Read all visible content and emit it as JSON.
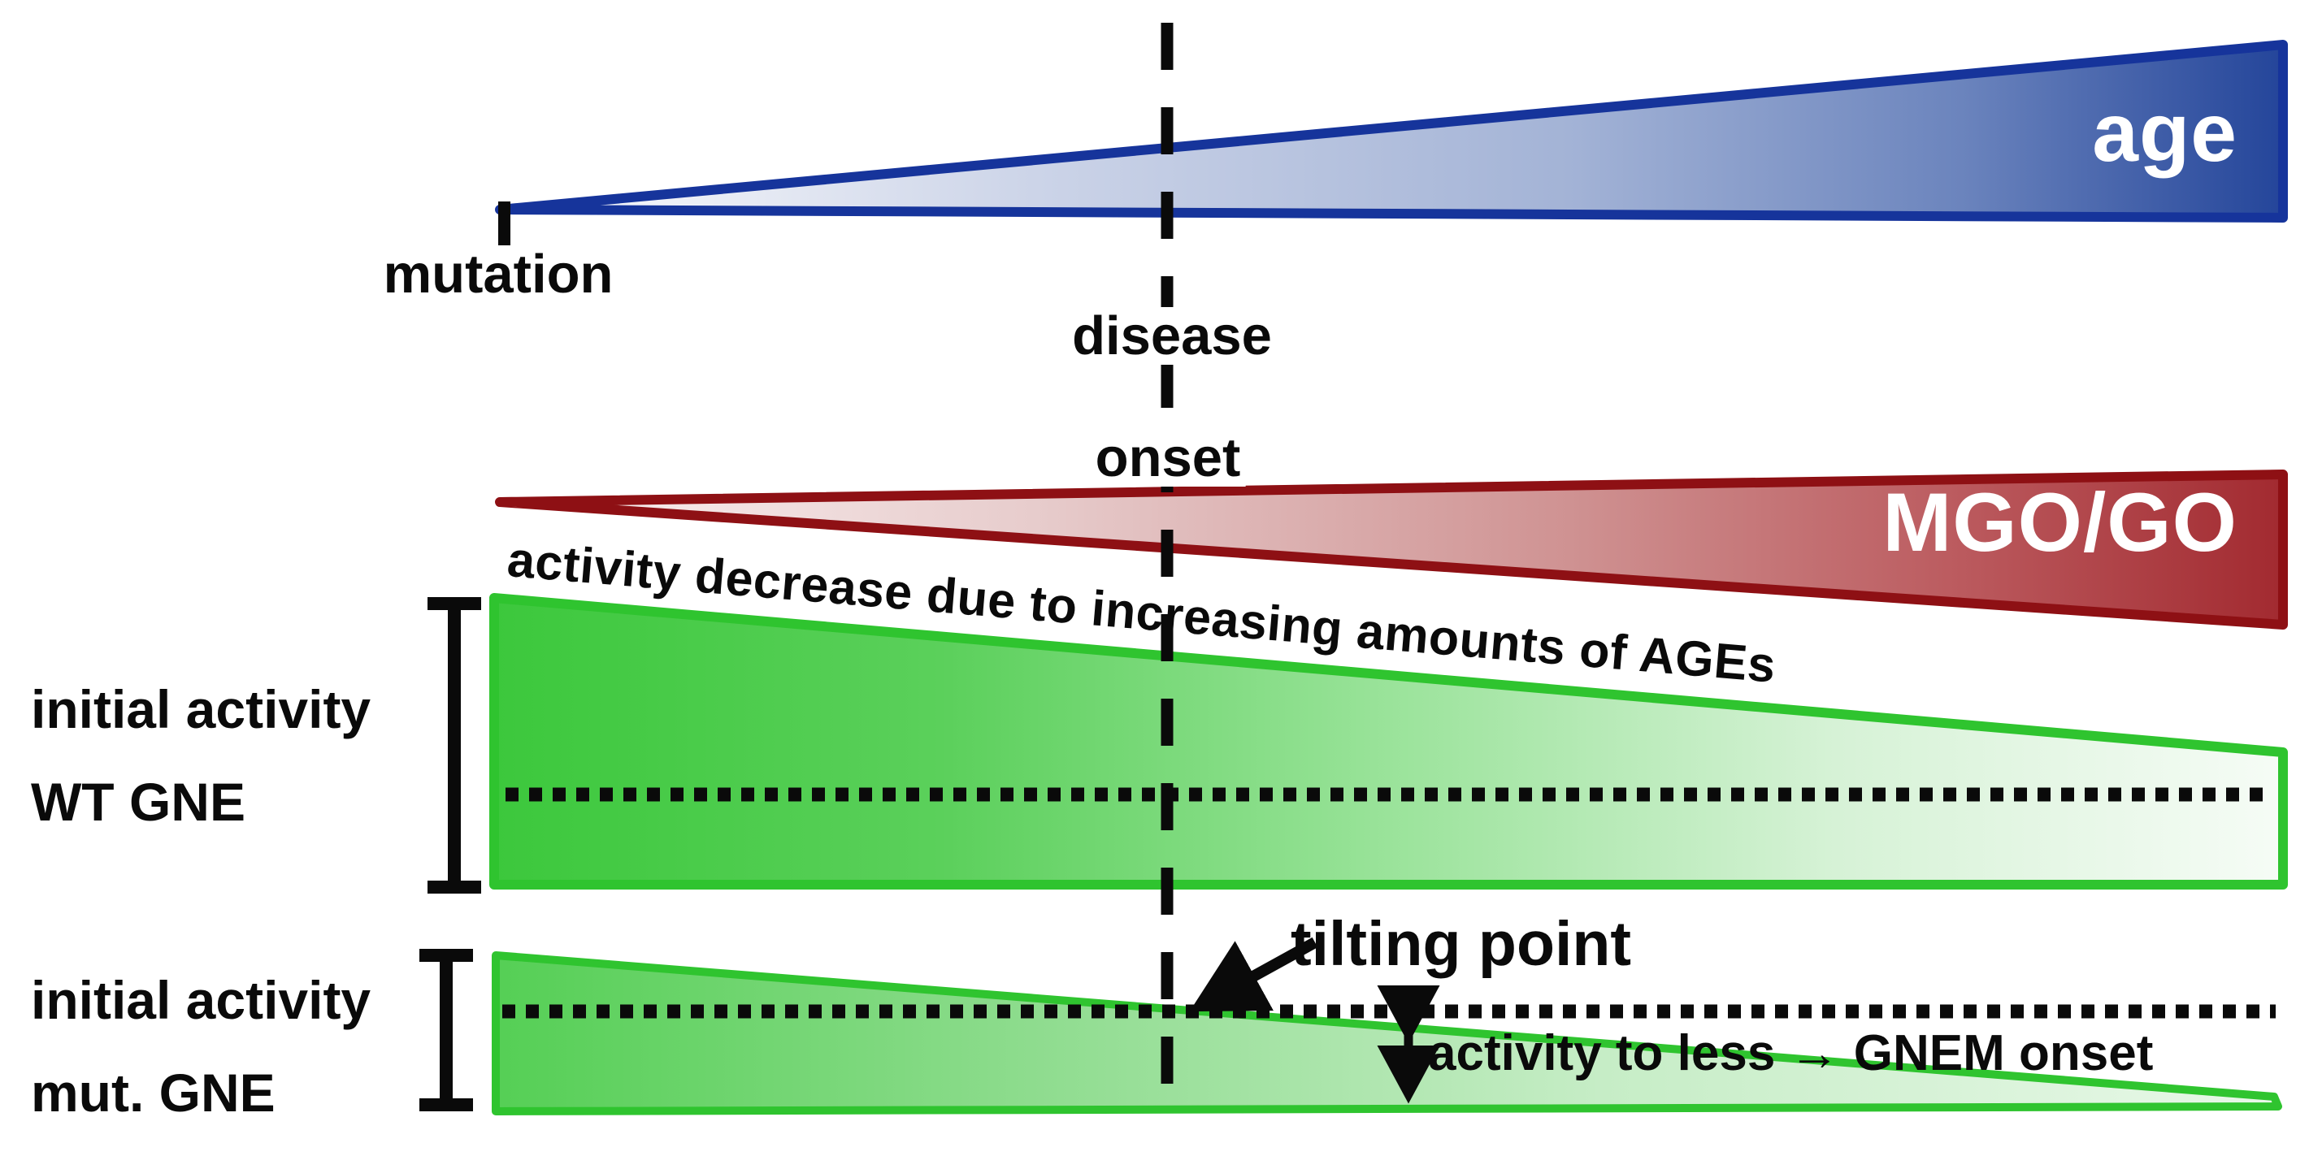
{
  "diagram": {
    "title_context": "GNE myopathy disease progression schematic",
    "timeline": {
      "mutation_label": "mutation",
      "disease_onset_line1": "disease",
      "disease_onset_line2": "onset"
    },
    "wedges": {
      "age": {
        "label": "age"
      },
      "mgo_go": {
        "label": "MGO/GO"
      },
      "wt_gne": {
        "label_line1": "initial activity",
        "label_line2": "WT GNE"
      },
      "mut_gne": {
        "label_line1": "initial activity",
        "label_line2": "mut. GNE"
      }
    },
    "annotations": {
      "activity_decrease": "activity decrease due to increasing amounts of AGEs",
      "tilting_point": "tilting point",
      "gnem_onset": "activity to less → GNEM onset"
    },
    "colors": {
      "age_border": "#16349b",
      "age_fill_dark": "#24459a",
      "mgo_border": "#8e1014",
      "mgo_fill_dark": "#a22a30",
      "gne_border": "#2fc42f",
      "gne_fill_dark": "#3cc83c",
      "line_color": "#0a0a0a",
      "wedge_text": "#ffffff"
    }
  }
}
